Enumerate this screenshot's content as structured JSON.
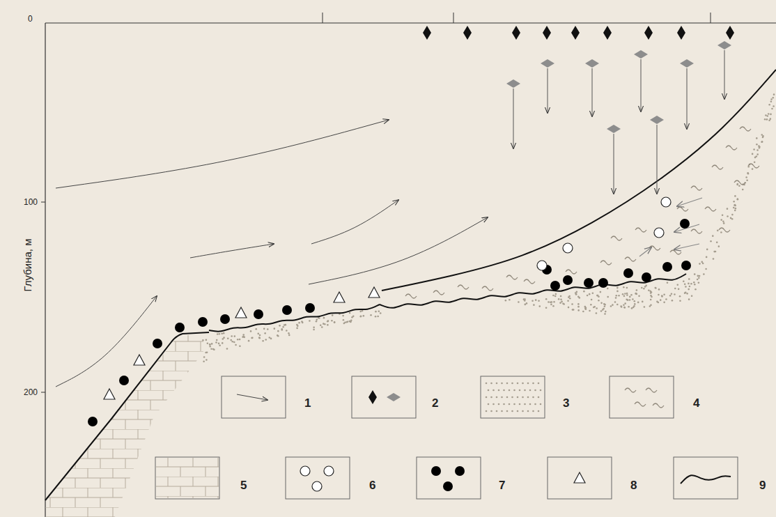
{
  "diagram": {
    "labels": [
      "0",
      "100",
      "200",
      "Глубина, м"
    ],
    "legend": [
      {
        "text": "1"
      },
      {
        "text": "2"
      },
      {
        "text": "3"
      },
      {
        "text": "4"
      },
      {
        "text": "5"
      },
      {
        "text": "6"
      },
      {
        "text": "7"
      },
      {
        "text": "8"
      },
      {
        "text": "9"
      }
    ]
  }
}
